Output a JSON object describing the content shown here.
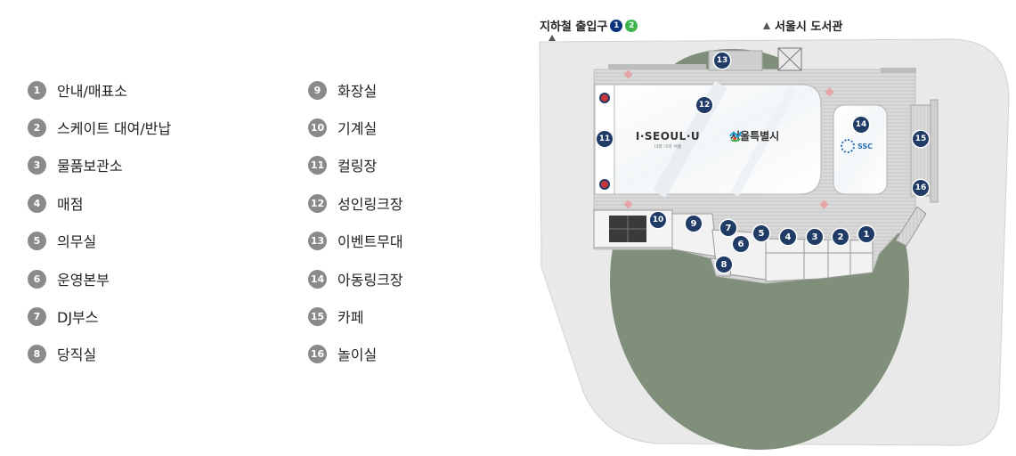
{
  "legend": [
    {
      "num": "1",
      "label": "안내/매표소"
    },
    {
      "num": "2",
      "label": "스케이트 대여/반납"
    },
    {
      "num": "3",
      "label": "물품보관소"
    },
    {
      "num": "4",
      "label": "매점"
    },
    {
      "num": "5",
      "label": "의무실"
    },
    {
      "num": "6",
      "label": "운영본부"
    },
    {
      "num": "7",
      "label": "DJ부스"
    },
    {
      "num": "8",
      "label": "당직실"
    },
    {
      "num": "9",
      "label": "화장실"
    },
    {
      "num": "10",
      "label": "기계실"
    },
    {
      "num": "11",
      "label": "컬링장"
    },
    {
      "num": "12",
      "label": "성인링크장"
    },
    {
      "num": "13",
      "label": "이벤트무대"
    },
    {
      "num": "14",
      "label": "아동링크장"
    },
    {
      "num": "15",
      "label": "카페"
    },
    {
      "num": "16",
      "label": "놀이실"
    }
  ],
  "map": {
    "subway_label": "지하철 출입구",
    "subway_lines": [
      "1",
      "2"
    ],
    "library_label": "서울시 도서관",
    "rink_brand_left": "I·SEOUL·U",
    "rink_brand_left_sub": "너와 나의 서울",
    "rink_brand_right": "서울특별시",
    "kids_brand": "SSC",
    "markers": [
      "1",
      "2",
      "3",
      "4",
      "5",
      "6",
      "7",
      "8",
      "9",
      "10",
      "11",
      "12",
      "13",
      "14",
      "15",
      "16"
    ]
  },
  "colors": {
    "badge_gray": "#8a8a8a",
    "marker_navy": "#1f3b66",
    "line1_navy": "#0d347f",
    "line2_green": "#3cb44a",
    "lawn_green": "#7f8f7a",
    "plaza_gray": "#e9e9e9"
  }
}
